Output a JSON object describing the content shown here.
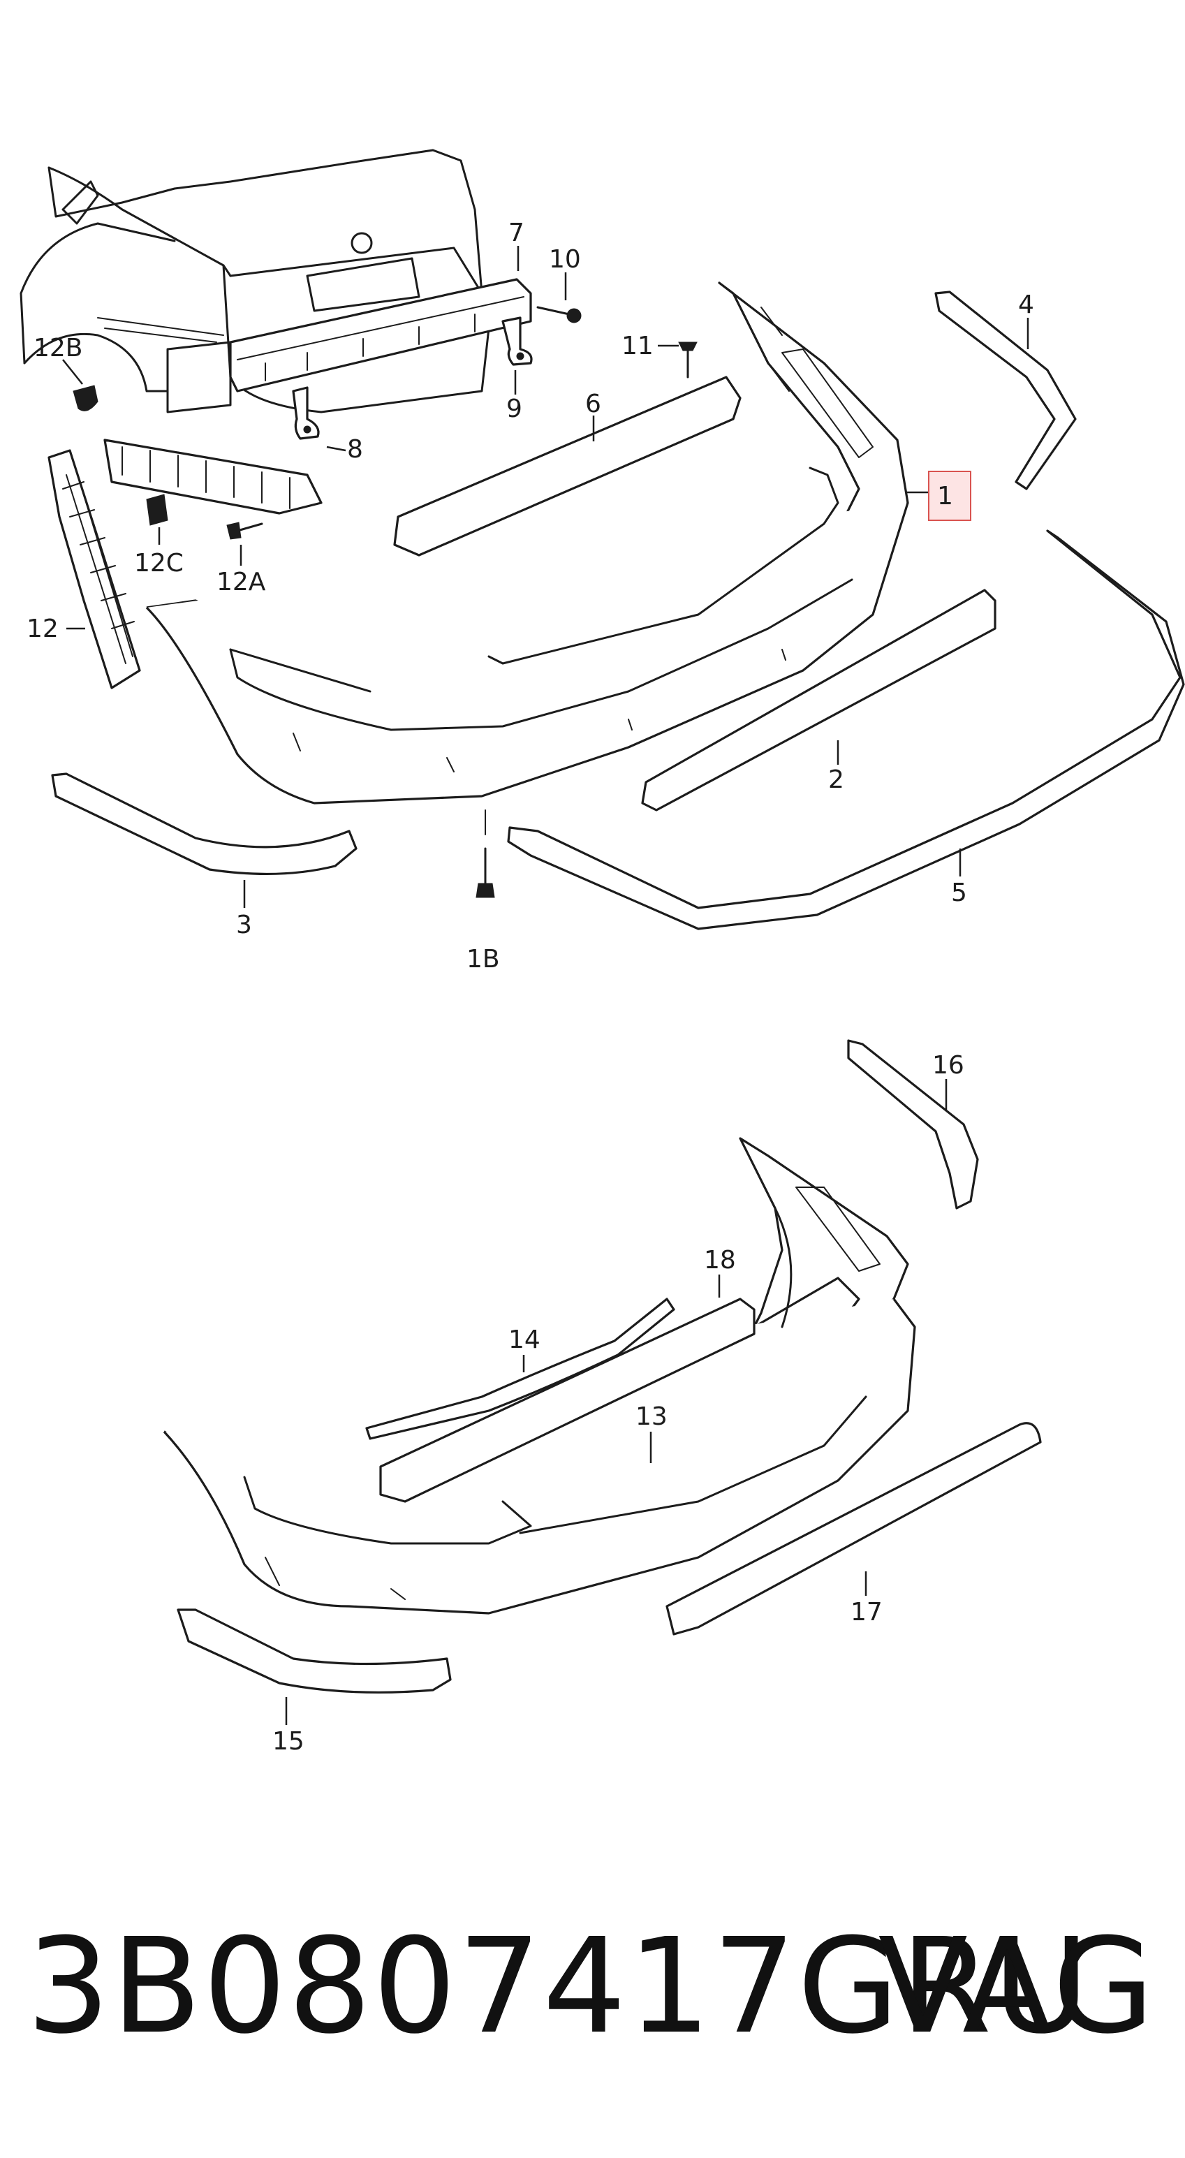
{
  "callouts": [
    "7",
    "10",
    "12B",
    "11",
    "4",
    "6",
    "9",
    "8",
    "1",
    "12C",
    "12A",
    "12",
    "2",
    "3",
    "1B",
    "5",
    "16",
    "18",
    "14",
    "13",
    "17",
    "15"
  ],
  "footer": {
    "part_number": "3B0807417GRU",
    "brand": "VAG"
  },
  "colors": {
    "line": "#1c1c1c",
    "highlight_fill": "#fde4e4",
    "highlight_border": "#d9534f"
  }
}
